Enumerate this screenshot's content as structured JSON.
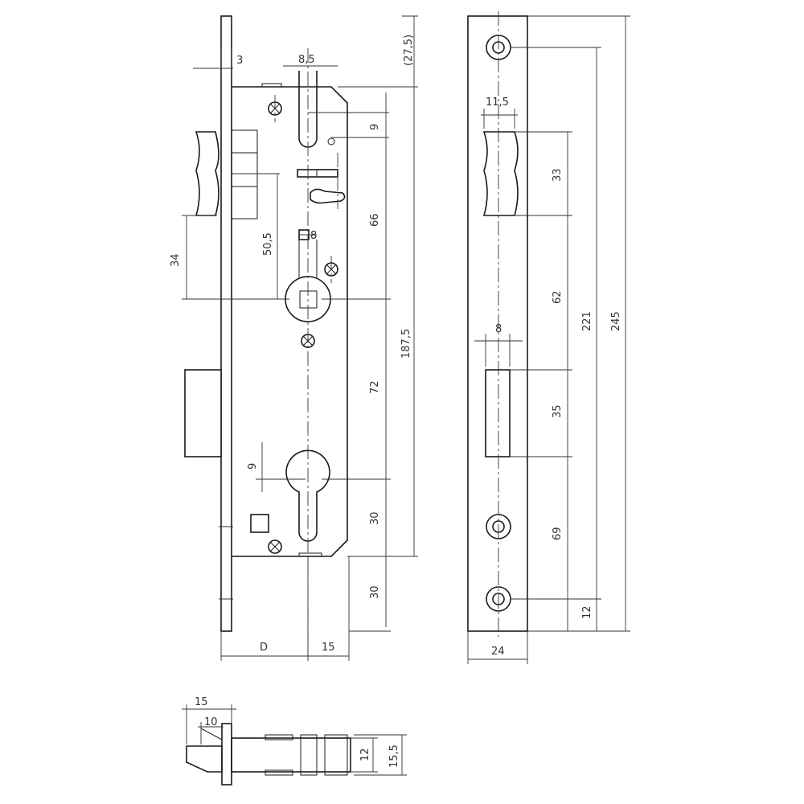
{
  "labels": {
    "d3": "3",
    "d8_5": "8,5",
    "d27_5": "(27,5)",
    "d9_top": "9",
    "d66": "66",
    "d50_5": "50,5",
    "d8_spindle": "8",
    "d34": "34",
    "d187_5": "187,5",
    "d72": "72",
    "d9_cyl": "9",
    "d30_a": "30",
    "d30_b": "30",
    "dD": "D",
    "d15_base": "15",
    "d11_5": "11,5",
    "d33": "33",
    "d62": "62",
    "d8_strike": "8",
    "d221": "221",
    "d245": "245",
    "d35": "35",
    "d69": "69",
    "d12_strike": "12",
    "d24": "24",
    "d15_bottom": "15",
    "d10_bottom": "10",
    "d12_bottom": "12",
    "d15_5": "15,5"
  }
}
